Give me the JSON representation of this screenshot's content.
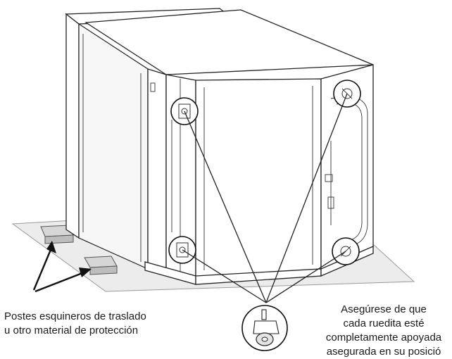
{
  "labels": {
    "corner_posts": [
      "Postes esquineros de traslado",
      "u otro material de protección"
    ],
    "caster_note": [
      "Asegúrese de que",
      "cada ruedita esté",
      "completamente apoyada",
      "asegurada en su posició"
    ]
  }
}
